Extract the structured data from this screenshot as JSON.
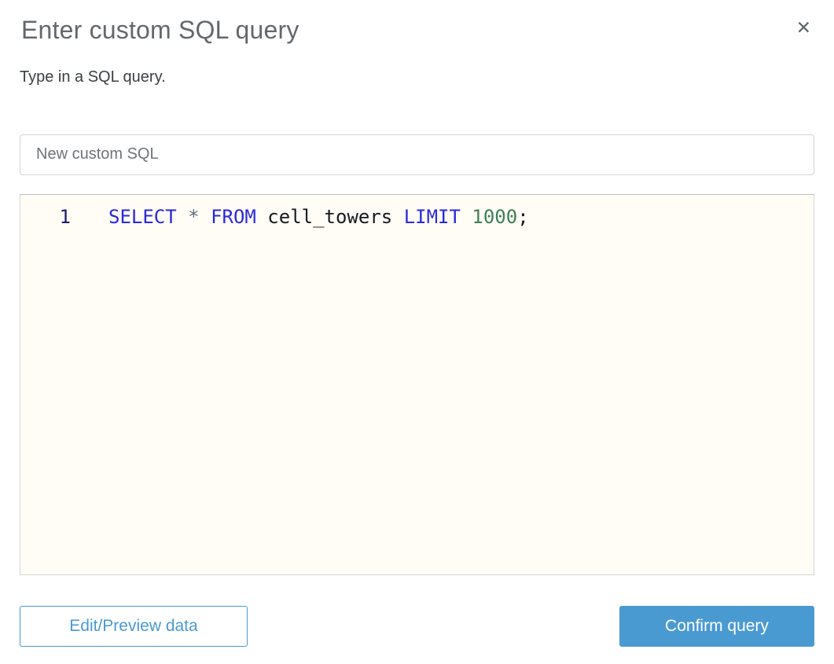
{
  "dialog": {
    "title": "Enter custom SQL query",
    "subtitle": "Type in a SQL query.",
    "close_icon": "✕"
  },
  "name_input": {
    "value": "New custom SQL"
  },
  "sql_editor": {
    "line_number": "1",
    "query_text": "SELECT * FROM cell_towers LIMIT 1000;",
    "tokens": [
      {
        "text": "SELECT",
        "type": "keyword"
      },
      {
        "text": " ",
        "type": "plain"
      },
      {
        "text": "*",
        "type": "operator"
      },
      {
        "text": " ",
        "type": "plain"
      },
      {
        "text": "FROM",
        "type": "keyword"
      },
      {
        "text": " cell_towers ",
        "type": "identifier"
      },
      {
        "text": "LIMIT",
        "type": "keyword"
      },
      {
        "text": " ",
        "type": "plain"
      },
      {
        "text": "1000",
        "type": "number"
      },
      {
        "text": ";",
        "type": "punctuation"
      }
    ]
  },
  "footer": {
    "edit_preview_button": "Edit/Preview data",
    "confirm_button": "Confirm query"
  },
  "colors": {
    "accent_blue": "#4a9ad2",
    "title_gray": "#63686c",
    "keyword_blue": "#2a2ad9",
    "number_green": "#3f7f56",
    "identifier_dark": "#16191f",
    "operator_gray": "#636e7e",
    "line_number_navy": "#1c1c6e",
    "editor_background": "#fffdf6"
  }
}
